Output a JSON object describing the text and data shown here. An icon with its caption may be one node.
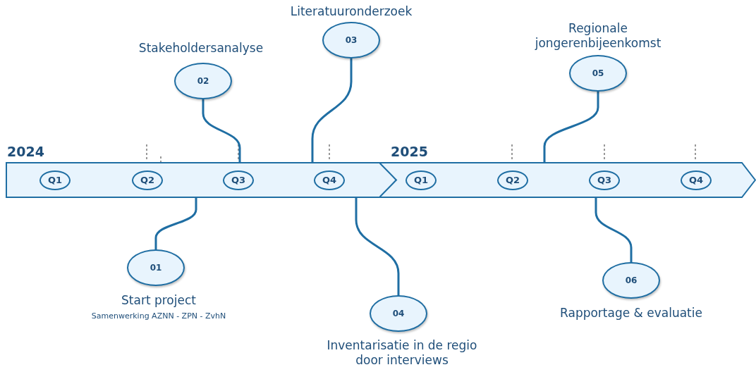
{
  "diagram": {
    "nodes": [
      {
        "text": [
          "2024"
        ]
      },
      {
        "text": [
          "Q1"
        ],
        "in": 0
      },
      {
        "text": [
          "Q2"
        ],
        "in": 0
      },
      {
        "text": [
          "Q3"
        ],
        "in": 0
      },
      {
        "text": [
          "Q4"
        ],
        "in": 0
      },
      {
        "text": [
          "2025"
        ]
      },
      {
        "text": [
          "Q1"
        ],
        "in": 5
      },
      {
        "text": [
          "Q2"
        ],
        "in": 5
      },
      {
        "text": [
          "Q3"
        ],
        "in": 5
      },
      {
        "text": [
          "Q4"
        ],
        "in": 5
      },
      {
        "text": [
          "01"
        ],
        "beside": [
          "Start project",
          "Samenwerking AZNN - ZPN - ZvhN"
        ]
      },
      {
        "text": [
          "02"
        ],
        "beside": [
          "Stakeholdersanalyse"
        ]
      },
      {
        "text": [
          "03"
        ],
        "beside": [
          "Literatuuronderzoek"
        ]
      },
      {
        "text": [
          "04"
        ],
        "beside": [
          "Inventarisatie in de regio door interviews"
        ]
      },
      {
        "text": [
          "05"
        ],
        "beside": [
          "Regionale jongerenbijeenkomst"
        ]
      },
      {
        "text": [
          "06"
        ],
        "beside": [
          "Rapportage & evaluatie"
        ]
      }
    ],
    "edges": [
      {
        "from": 10,
        "to": 0,
        "arrow": "none"
      },
      {
        "from": 11,
        "to": 0,
        "arrow": "none"
      },
      {
        "from": 12,
        "to": 0,
        "arrow": "none"
      },
      {
        "from": 13,
        "to": 0,
        "arrow": "none"
      },
      {
        "from": 14,
        "to": 5,
        "arrow": "none"
      },
      {
        "from": 15,
        "to": 5,
        "arrow": "none"
      }
    ]
  }
}
